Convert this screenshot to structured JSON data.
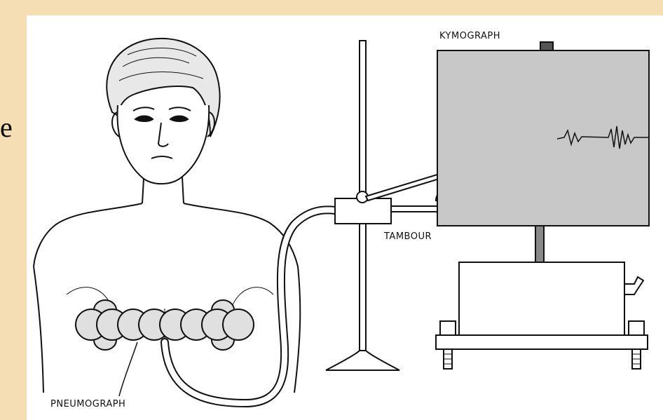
{
  "side_text": "e",
  "labels": {
    "kymograph": "KYMOGRAPH",
    "tambour": "TAMBOUR",
    "pneumograph": "PNEUMOGRAPH"
  },
  "colors": {
    "background": "#f5deb3",
    "paper": "#ffffff",
    "drum": "#c8c8c8",
    "ink": "#111111"
  }
}
